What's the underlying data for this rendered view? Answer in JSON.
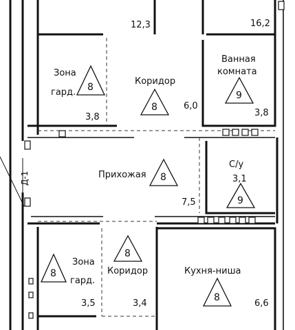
{
  "rooms": {
    "top_left_area": "12,3",
    "top_right_area": "16,2",
    "zona_gard_top": {
      "line1": "Зона",
      "line2": "гард.",
      "area": "3,8",
      "tag": "8"
    },
    "koridor_top": {
      "name": "Коридор",
      "area": "6,0",
      "tag": "8"
    },
    "vannaya": {
      "line1": "Ванная",
      "line2": "комната",
      "area": "3,8",
      "tag": "9"
    },
    "prihozhaya": {
      "name": "Прихожая",
      "area": "7,5",
      "tag": "8"
    },
    "su": {
      "name": "С/у",
      "area": "3,1",
      "tag": "9"
    },
    "zona_gard_bottom": {
      "line1": "Зона",
      "line2": "гард.",
      "area": "3,5",
      "tag": "8"
    },
    "koridor_bottom": {
      "name": "Коридор",
      "area": "3,4",
      "tag": "8"
    },
    "kuhnya": {
      "name": "Кухня-ниша",
      "area": "6,6",
      "tag": "8"
    }
  },
  "side_label": "Д-1"
}
